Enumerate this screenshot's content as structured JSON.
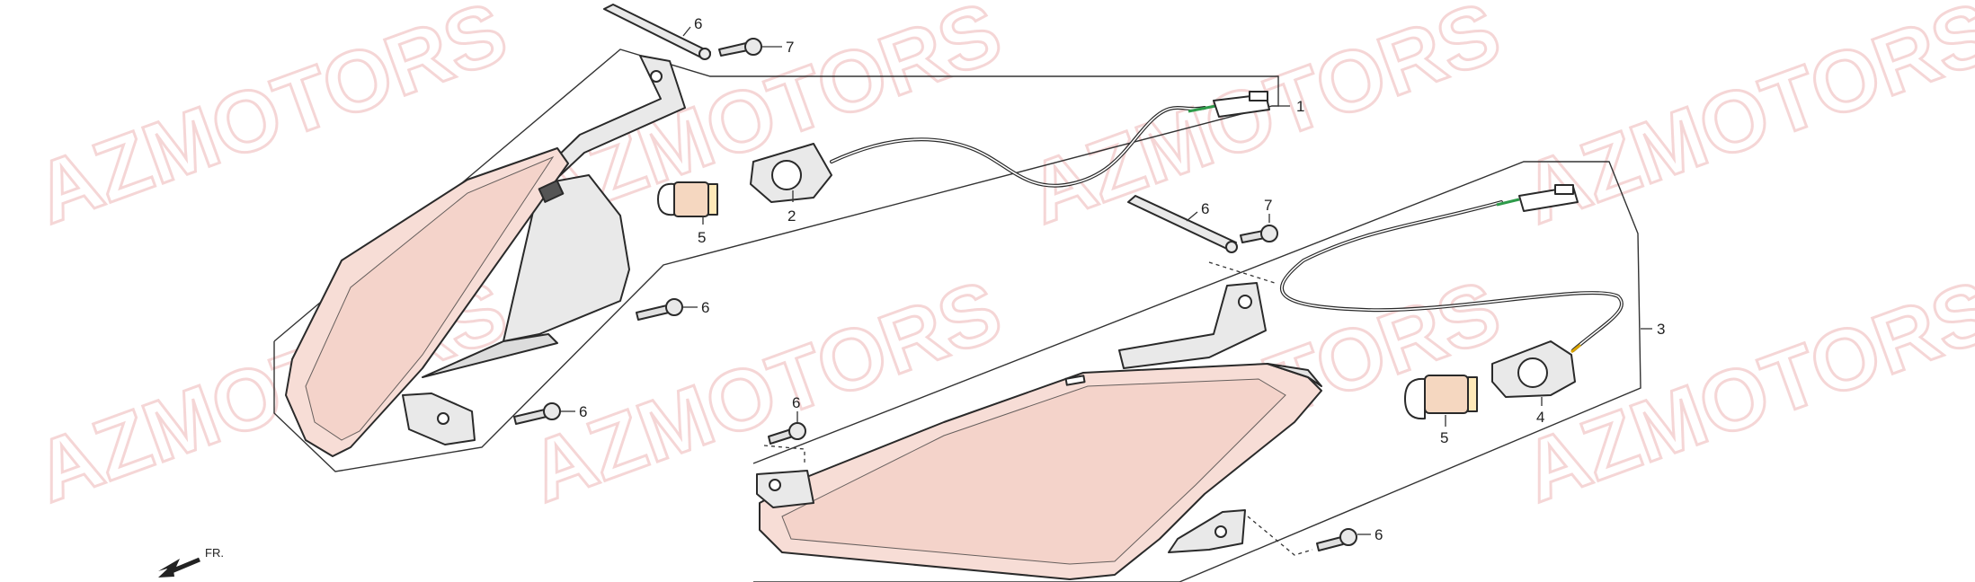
{
  "watermark": {
    "text": "AZMOTORS",
    "color": "#f2c9c9"
  },
  "direction": {
    "label": "FR.",
    "icon": "arrow-left-down-icon"
  },
  "callouts": {
    "c1": "1",
    "c2": "2",
    "c3": "3",
    "c4": "4",
    "c5_left": "5",
    "c5_right": "5",
    "c6_top_left": "6",
    "c6_top_mid": "6",
    "c6_left_screw_upper": "6",
    "c6_left_screw_lower": "6",
    "c6_right_screw_upper": "6",
    "c6_right_screw_lower": "6",
    "c7_top_left": "7",
    "c7_top_mid": "7"
  },
  "colors": {
    "lens": "#f7ddd6",
    "housing": "#e9e9e9",
    "line": "#2a2a2a"
  }
}
